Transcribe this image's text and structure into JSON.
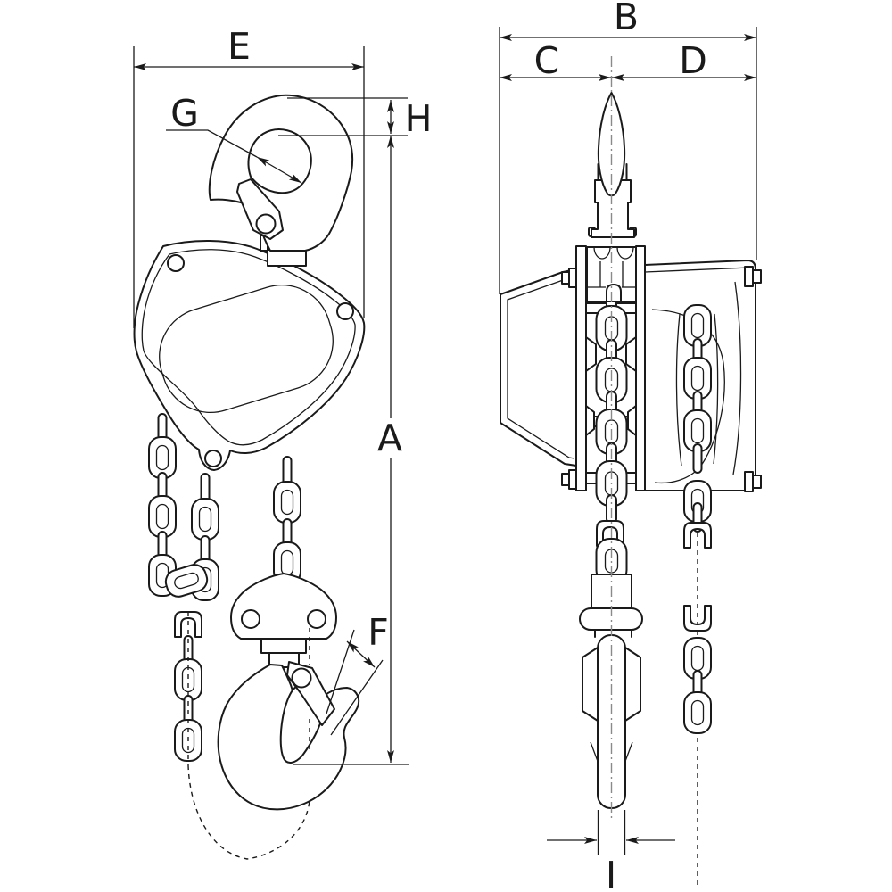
{
  "drawing": {
    "background": "#ffffff",
    "line_color": "#1a1a1a",
    "centerline_color": "#8a8a8a"
  },
  "labels": {
    "a": "A",
    "b": "B",
    "c": "C",
    "d": "D",
    "e": "E",
    "f": "F",
    "g": "G",
    "h": "H",
    "i": "I"
  }
}
